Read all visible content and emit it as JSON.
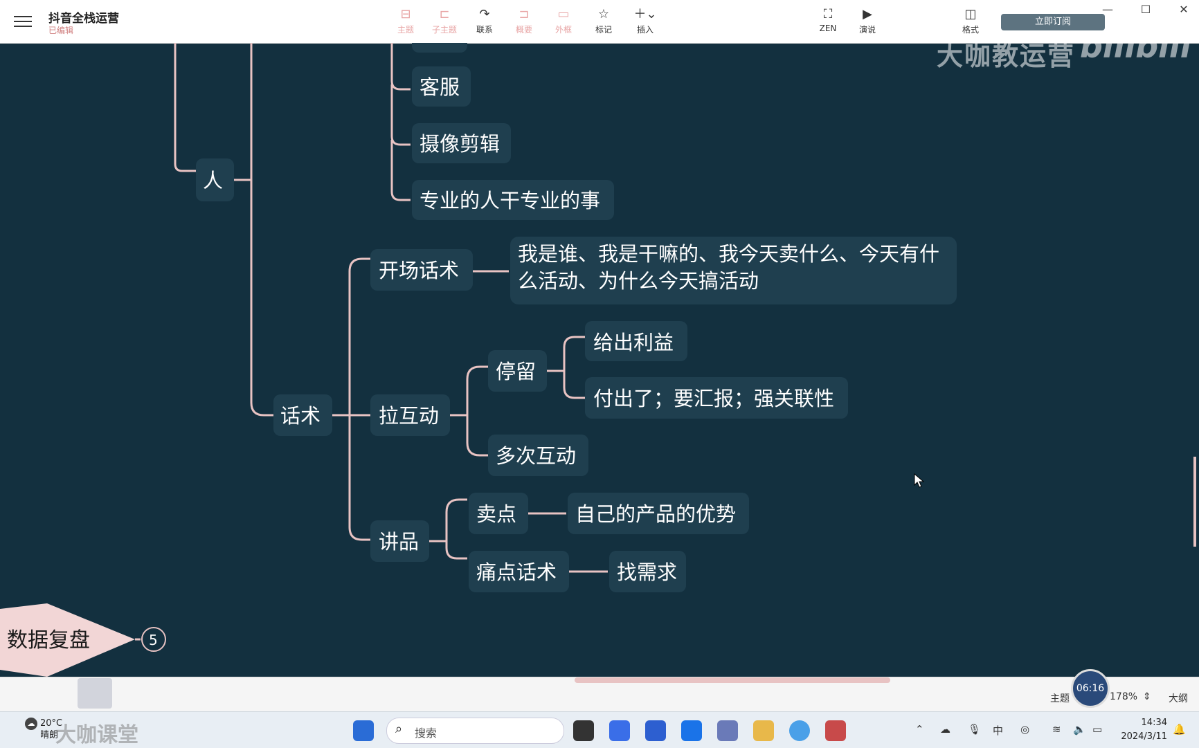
{
  "app": {
    "title": "抖音全栈运营",
    "status": "已编辑"
  },
  "toolbar": {
    "topic": "主题",
    "subtopic": "子主题",
    "relation": "联系",
    "summary": "概要",
    "boundary": "外框",
    "marker": "标记",
    "insert": "插入",
    "zen": "ZEN",
    "present": "演说",
    "format": "格式",
    "subscribe": "立即订阅"
  },
  "watermark": {
    "text": "大咖教运营",
    "brand": "bilibili"
  },
  "mindmap": {
    "ren": "人",
    "kefu": "客服",
    "sheying": "摄像剪辑",
    "zhuanye": "专业的人干专业的事",
    "huashu": "话术",
    "kaichang": "开场话术",
    "kaichang_detail_1": "我是谁、我是干嘛的、我今天卖什么、今天有什",
    "kaichang_detail_2": "么活动、为什么今天搞活动",
    "lahudong": "拉互动",
    "tingliu": "停留",
    "geichu": "给出利益",
    "fuchu": "付出了；要汇报；强关联性",
    "duoci": "多次互动",
    "jiangpin": "讲品",
    "maidian": "卖点",
    "youshi": "自己的产品的优势",
    "tongdian": "痛点话术",
    "xuqiu": "找需求",
    "shuju": "数据复盘",
    "shuju_count": "5"
  },
  "statusbar": {
    "theme": "主题",
    "timer": "06:16",
    "zoom": "178%",
    "outline": "大纲"
  },
  "taskbar": {
    "temp": "20°C",
    "weather": "晴朗",
    "brand": "大咖课堂",
    "search": "搜索",
    "ime": "中",
    "time": "14:34",
    "date": "2024/3/11"
  }
}
